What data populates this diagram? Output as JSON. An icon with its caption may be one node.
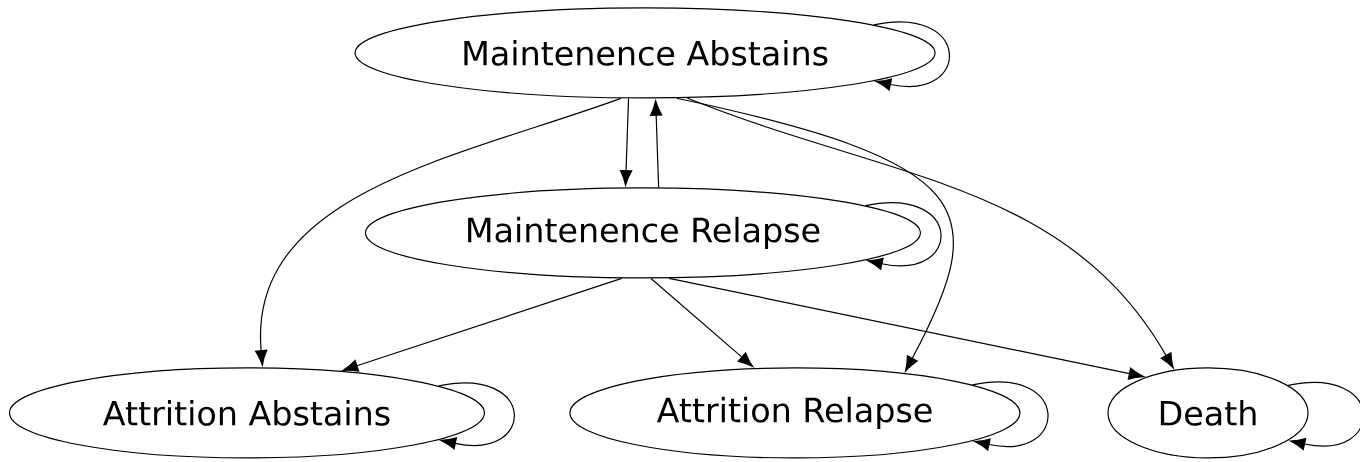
{
  "diagram": {
    "nodes": [
      {
        "text": [
          "Maintenence Abstains"
        ]
      },
      {
        "text": [
          "Maintenence Relapse"
        ]
      },
      {
        "text": [
          "Attrition Abstains"
        ]
      },
      {
        "text": [
          "Attrition Relapse"
        ]
      },
      {
        "text": [
          "Death"
        ]
      }
    ],
    "edges": [
      {
        "from": 0,
        "to": 0,
        "arrow": "to"
      },
      {
        "from": 0,
        "to": 1,
        "arrow": "to"
      },
      {
        "from": 1,
        "to": 0,
        "arrow": "to"
      },
      {
        "from": 0,
        "to": 2,
        "arrow": "to"
      },
      {
        "from": 0,
        "to": 3,
        "arrow": "to"
      },
      {
        "from": 0,
        "to": 4,
        "arrow": "to"
      },
      {
        "from": 1,
        "to": 1,
        "arrow": "to"
      },
      {
        "from": 1,
        "to": 2,
        "arrow": "to"
      },
      {
        "from": 1,
        "to": 3,
        "arrow": "to"
      },
      {
        "from": 1,
        "to": 4,
        "arrow": "to"
      },
      {
        "from": 2,
        "to": 2,
        "arrow": "to"
      },
      {
        "from": 3,
        "to": 3,
        "arrow": "to"
      },
      {
        "from": 4,
        "to": 4,
        "arrow": "to"
      }
    ]
  }
}
